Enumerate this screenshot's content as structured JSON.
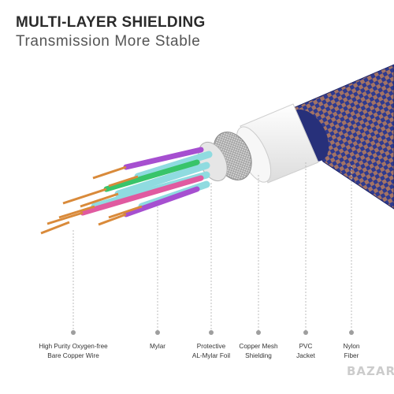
{
  "header": {
    "title": "MULTI-LAYER SHIELDING",
    "subtitle": "Transmission More Stable"
  },
  "labels": [
    {
      "line1": "High Purity Oxygen-free",
      "line2": "Bare Copper Wire"
    },
    {
      "line1": "Mylar",
      "line2": ""
    },
    {
      "line1": "Protective",
      "line2": "AL-Mylar Foil"
    },
    {
      "line1": "Copper Mesh",
      "line2": "Shielding"
    },
    {
      "line1": "PVC",
      "line2": "Jacket"
    },
    {
      "line1": "Nylon",
      "line2": "Fiber"
    }
  ],
  "watermark": "BAZAR",
  "colors": {
    "braid": "#2e3a8f",
    "copper": "#d98a3a",
    "pvc": "#f2f2f2",
    "mylar": "#8fdbe0"
  }
}
